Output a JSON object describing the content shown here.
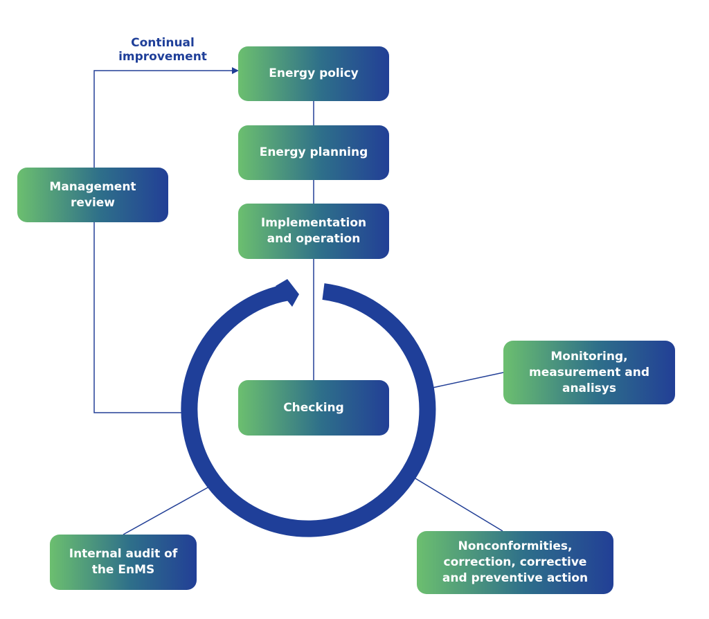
{
  "continual_improvement_label": "Continual\nimprovement",
  "boxes": {
    "energy_policy": "Energy policy",
    "energy_planning": "Energy planning",
    "implementation": "Implementation\nand operation",
    "checking": "Checking",
    "management_review": "Management\nreview",
    "monitoring": "Monitoring,\nmeasurement and\nanalisys",
    "internal_audit": "Internal audit of\nthe EnMS",
    "nonconformities": "Nonconformities,\ncorrection, corrective\nand preventive action"
  },
  "colors": {
    "gradient_start": "#6cbf6f",
    "gradient_end": "#223f96",
    "line": "#223f96",
    "cycle_arrow": "#1f3f99"
  }
}
